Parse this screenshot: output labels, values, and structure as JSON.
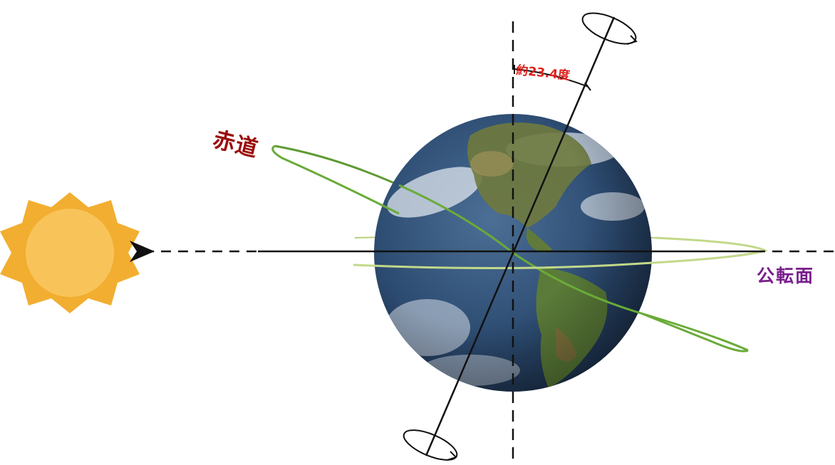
{
  "labels": {
    "equator": "赤道",
    "tilt_angle": "約23.4度",
    "orbit_plane": "公転面"
  },
  "axial_tilt_degrees": 23.4,
  "icons": [
    "sun-icon",
    "earth-globe-icon",
    "rotation-arrow-icon"
  ],
  "colors": {
    "equator_label": "#9b0a0a",
    "tilt_label": "#e0201c",
    "orbit_plane_label": "#7a1f8c",
    "equator_ring": "#5e9a34",
    "sun_body": "#f8c45a",
    "sun_rays": "#f2ae30",
    "lines": "#111111"
  }
}
